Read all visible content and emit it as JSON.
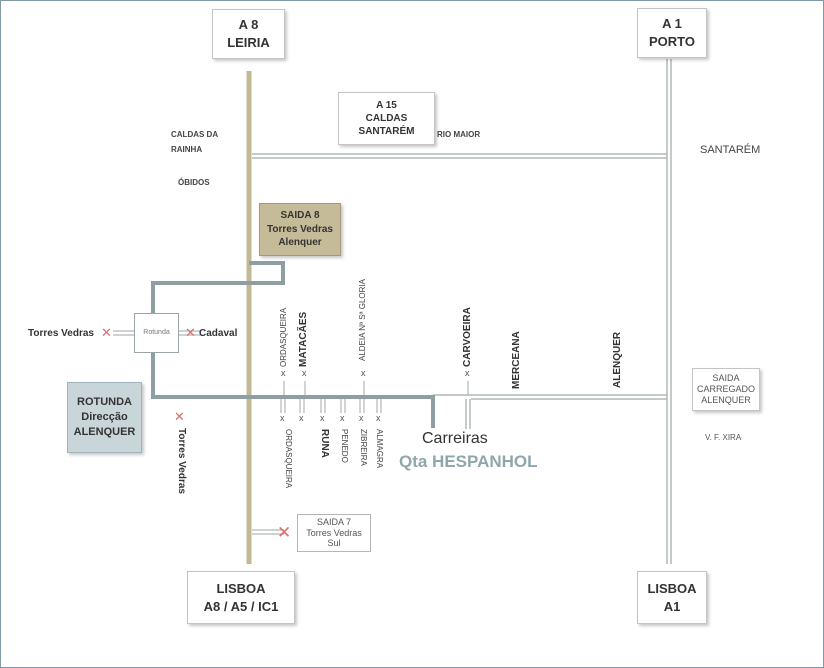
{
  "boxes": {
    "a8_leiria": [
      "A 8",
      "LEIRIA"
    ],
    "a1_porto": [
      "A 1",
      "PORTO"
    ],
    "a15": [
      "A 15",
      "CALDAS",
      "SANTARÉM"
    ],
    "saida8": [
      "SAIDA 8",
      "Torres Vedras",
      "Alenquer"
    ],
    "rotunda_alenquer": [
      "ROTUNDA",
      "Direcção",
      "ALENQUER"
    ],
    "rotunda_small": "Rotunda",
    "saida_carregado": [
      "SAIDA",
      "CARREGADO",
      "ALENQUER"
    ],
    "saida7": [
      "SAIDA 7",
      "Torres Vedras",
      "Sul"
    ],
    "lisboa_a8": [
      "LISBOA",
      "A8 / A5 / IC1"
    ],
    "lisboa_a1": [
      "LISBOA",
      "A1"
    ]
  },
  "places": {
    "caldas_da_rainha": [
      "CALDAS DA",
      "RAINHA"
    ],
    "obidos": "ÓBIDOS",
    "rio_maior": "RIO MAIOR",
    "santarem": "SANTARÉM",
    "vf_xira": "V. F. XIRA",
    "torres_vedras_left": "Torres Vedras",
    "cadaval": "Cadaval",
    "torres_vedras_vertical": "Torres Vedras",
    "carreiras": "Carreiras",
    "qta_hespanhol": "Qta HESPANHOL"
  },
  "villages_north": {
    "ordasqueira": "ORDASQUEIRA",
    "matacaes": "MATACÃES",
    "aldeia_gloria": "ALDEIA Nª Sª GLORIA",
    "carvoeira": "CARVOEIRA",
    "merceana": "MERCEANA",
    "alenquer": "ALENQUER"
  },
  "villages_south": {
    "ordasqueira": "ORDASQUEIRA",
    "runa": "RUNA",
    "penedo": "PENEDO",
    "zibreira": "ZIBREIRA",
    "almagra": "ALMAGRA"
  },
  "markers": {
    "junction": "x",
    "closed": "✕"
  },
  "colors": {
    "road": "#b0b8b9",
    "route": "#8e9fa3",
    "highway_a8": "#c2b894",
    "exit8_box": "#c6bb99",
    "rotunda_box": "#c9d6d9",
    "closed_marker": "#d9706d",
    "highlight_text": "#8fa6ab"
  }
}
